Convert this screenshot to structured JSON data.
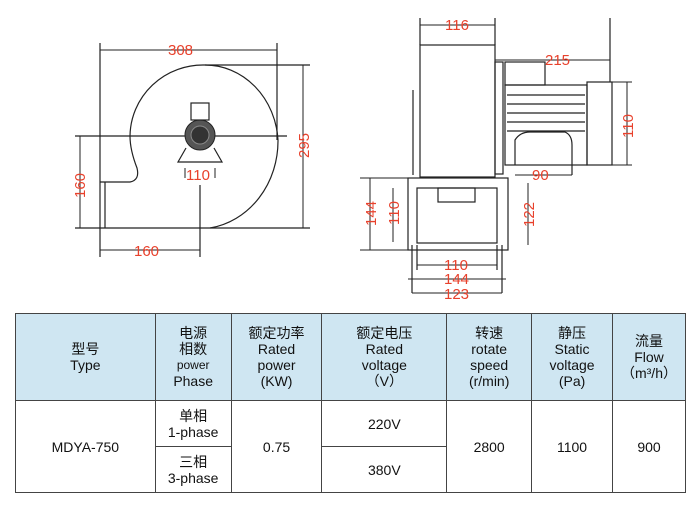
{
  "drawing": {
    "front_view": {
      "width_308": "308",
      "height_295": "295",
      "outlet_height_160": "160",
      "outlet_width_160": "160",
      "base_110": "110"
    },
    "side_view": {
      "housing_116": "116",
      "overall_215": "215",
      "motor_110": "110",
      "motor_foot_90": "90",
      "base_144_v": "144",
      "base_110_v": "110",
      "base_122_v": "122",
      "base_110_h": "110",
      "base_144_h": "144",
      "base_123_h": "123"
    }
  },
  "table": {
    "headers": [
      {
        "cn": "型号",
        "en1": "Type",
        "en2": "",
        "en3": "",
        "en4": ""
      },
      {
        "cn": "电源",
        "en1": "相数",
        "en2": "power",
        "en3": "Phase",
        "en4": ""
      },
      {
        "cn": "额定功率",
        "en1": "Rated",
        "en2": "power",
        "en3": "(KW)",
        "en4": ""
      },
      {
        "cn": "额定电压",
        "en1": "Rated",
        "en2": "voltage",
        "en3": "（V）",
        "en4": ""
      },
      {
        "cn": "转速",
        "en1": "rotate",
        "en2": "speed",
        "en3": "(r/min)",
        "en4": ""
      },
      {
        "cn": "静压",
        "en1": "Static",
        "en2": "voltage",
        "en3": "(Pa)",
        "en4": ""
      },
      {
        "cn": "流量",
        "en1": "Flow",
        "en2": "（m³/h）",
        "en3": "",
        "en4": ""
      }
    ],
    "row": {
      "type": "MDYA-750",
      "phase1_cn": "单相",
      "phase1_en": "1-phase",
      "phase3_cn": "三相",
      "phase3_en": "3-phase",
      "power": "0.75",
      "voltage1": "220V",
      "voltage2": "380V",
      "speed": "2800",
      "static": "1100",
      "flow": "900"
    }
  }
}
